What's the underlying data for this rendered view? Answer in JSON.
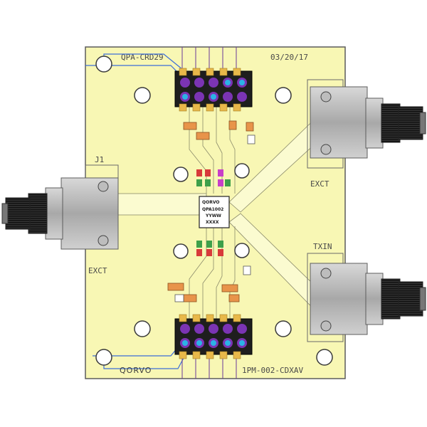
{
  "board": {
    "top_left_label": "QPA-CRD29",
    "date_code": "03/20/17",
    "port_j1": "J1",
    "port_exct_right": "EXCT",
    "port_exct_left": "EXCT",
    "port_txin": "TXIN",
    "bottom_brand": "QORVO",
    "bottom_part": "1PM-002-CDXAV"
  },
  "chip": {
    "logo": "QORVO",
    "part": "QPA1002",
    "line2": "YYWW",
    "line3": "XXXX"
  },
  "colors": {
    "pcb": "#f8f7b4",
    "pcb_edge": "#5c5c5c",
    "trace": "#fbfbd0",
    "connector_body": "#c4c4c4",
    "header_pin_purple": "#7b34b4",
    "header_pin_cyan": "#2bb3e6",
    "cap_orange": "#e8944a",
    "smd_red": "#d83a3a",
    "smd_green": "#3ea04a",
    "smd_magenta": "#c83fc8",
    "wire_blue": "#3c6ed8"
  },
  "icons": [
    "sma-connector-icon",
    "mounting-hole-icon",
    "pin-header-icon",
    "ic-chip-icon"
  ]
}
